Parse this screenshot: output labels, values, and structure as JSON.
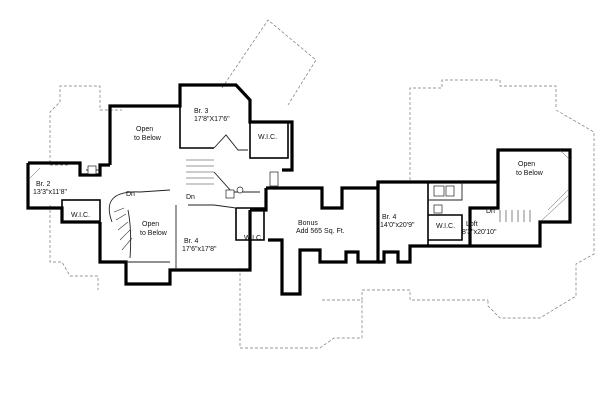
{
  "rooms": {
    "br2": {
      "name": "Br. 2",
      "size": "13'3\"x11'8\""
    },
    "br3": {
      "name": "Br. 3",
      "size": "17'8\"X17'6\""
    },
    "br4_left": {
      "name": "Br. 4",
      "size": "17'6\"x17'8\""
    },
    "br4_right": {
      "name": "Br. 4",
      "size": "14'0\"x20'9\""
    },
    "bonus": {
      "name": "Bonus",
      "note": "Add 565 Sq. Ft."
    },
    "loft": {
      "name": "Loft",
      "size": "8'3\"x20'10\""
    },
    "open_top_line1": "Open",
    "open_top_line2": "to Below",
    "open_stair_line1": "Open",
    "open_stair_line2": "to Below",
    "open_right_line1": "Open",
    "open_right_line2": "to Below",
    "wic_br3": "W.I.C.",
    "wic_br2": "W.I.C.",
    "wic_br4": "W.I.C.",
    "wic_right": "W.I.C."
  },
  "markers": {
    "dn_stair": "Dn",
    "dn_hall": "Dn",
    "dn_right": "Dn"
  }
}
